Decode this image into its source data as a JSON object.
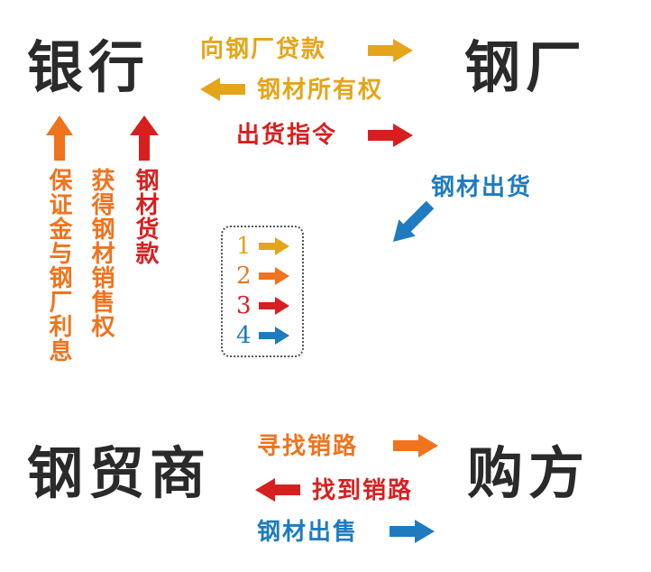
{
  "colors": {
    "yellow": "#e5a51a",
    "orange": "#f0731d",
    "red": "#d81f1f",
    "blue": "#1e7bc0",
    "node": "#2a2a2a"
  },
  "nodes": {
    "bank": "银行",
    "steel_mill": "钢厂",
    "steel_trader": "钢贸商",
    "buyer": "购方"
  },
  "flows": {
    "loan_to_mill": "向钢厂贷款",
    "steel_ownership": "钢材所有权",
    "shipping_order": "出货指令",
    "steel_shipment": "钢材出货",
    "deposit_interest": "保证金与钢厂利息",
    "sales_rights": "获得钢材销售权",
    "steel_payment": "钢材货款",
    "find_channel": "寻找销路",
    "found_channel": "找到销路",
    "steel_sales": "钢材出售"
  },
  "legend": {
    "items": [
      {
        "number": "1",
        "color": "yellow"
      },
      {
        "number": "2",
        "color": "orange"
      },
      {
        "number": "3",
        "color": "red"
      },
      {
        "number": "4",
        "color": "blue"
      }
    ]
  }
}
